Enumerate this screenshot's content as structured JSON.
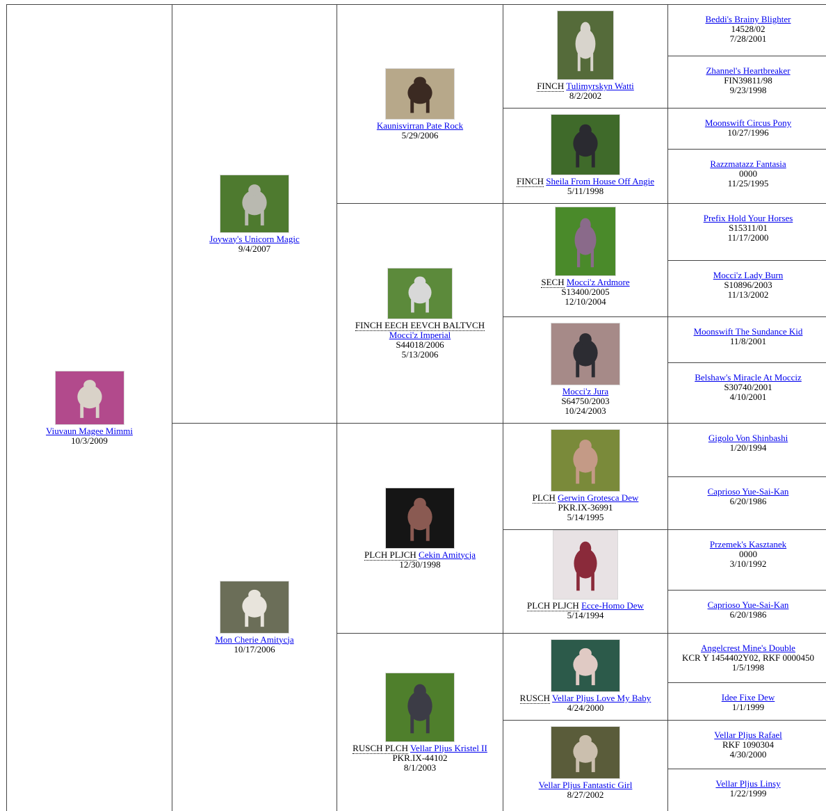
{
  "dogs": [
    {
      "name": "Viuvaun Magee Mimmi",
      "date": "10/3/2009",
      "photo": {
        "bg": "#b24a8c",
        "fg": "#d9d2c8"
      }
    },
    {
      "name": "Joyway's Unicorn Magic",
      "date": "9/4/2007",
      "photo": {
        "bg": "#4e7a2f",
        "fg": "#b9b9b0"
      }
    },
    {
      "name": "Mon Cherie Amitycja",
      "date": "10/17/2006",
      "photo": {
        "bg": "#6b6e58",
        "fg": "#e8e4dc"
      }
    },
    {
      "name": "Kaunisvirran Pate Rock",
      "date": "5/29/2006",
      "photo": {
        "bg": "#b7a88a",
        "fg": "#3b2a22"
      }
    },
    {
      "titles": "FINCH EECH EEVCH BALTVCH",
      "name": "Mocci'z Imperial",
      "reg": "S44018/2006",
      "date": "5/13/2006",
      "photo": {
        "bg": "#5c8a3b",
        "fg": "#d8d8d8"
      }
    },
    {
      "titles": "PLCH PLJCH",
      "name": "Cekin Amitycja",
      "date": "12/30/1998",
      "photo": {
        "bg": "#151515",
        "fg": "#8a5a52"
      }
    },
    {
      "titles": "RUSCH PLCH",
      "name": "Vellar Pljus Kristel II",
      "reg": "PKR.IX-44102",
      "date": "8/1/2003",
      "photo": {
        "bg": "#4f7f2c",
        "fg": "#3c3c46"
      }
    },
    {
      "titles": "FINCH",
      "name": "Tulimyrskyn Watti",
      "date": "8/2/2002",
      "photo": {
        "bg": "#556b3a",
        "fg": "#d8d4cc"
      }
    },
    {
      "titles": "FINCH",
      "name": "Sheila From House Off Angie",
      "date": "5/11/1998",
      "photo": {
        "bg": "#3f6a2a",
        "fg": "#2a2a30"
      }
    },
    {
      "titles": "SECH",
      "name": "Mocci'z Ardmore",
      "reg": "S13400/2005",
      "date": "12/10/2004",
      "photo": {
        "bg": "#4a8a2a",
        "fg": "#8a6a8a"
      }
    },
    {
      "name": "Mocci'z Jura",
      "reg": "S64750/2003",
      "date": "10/24/2003",
      "photo": {
        "bg": "#a68a88",
        "fg": "#2c2c32"
      }
    },
    {
      "titles": "PLCH",
      "name": "Gerwin Grotesca Dew",
      "reg": "PKR.IX-36991",
      "date": "5/14/1995",
      "photo": {
        "bg": "#7a8a3a",
        "fg": "#c49a86"
      }
    },
    {
      "titles": "PLCH PLJCH",
      "name": "Ecce-Homo Dew",
      "date": "5/14/1994",
      "photo": {
        "bg": "#e8e2e4",
        "fg": "#8a2a3a"
      }
    },
    {
      "titles": "RUSCH",
      "name": "Vellar Pljus Love My Baby",
      "date": "4/24/2000",
      "photo": {
        "bg": "#2c5a4a",
        "fg": "#e0cac4"
      }
    },
    {
      "name": "Vellar Pljus Fantastic Girl",
      "date": "8/27/2002",
      "photo": {
        "bg": "#5a5c3a",
        "fg": "#cbbfae"
      }
    },
    {
      "name": "Beddi's Brainy Blighter",
      "reg": "14528/02",
      "date": "7/28/2001"
    },
    {
      "name": "Zhannel's Heartbreaker",
      "reg": "FIN39811/98",
      "date": "9/23/1998"
    },
    {
      "name": "Moonswift Circus Pony",
      "date": "10/27/1996"
    },
    {
      "name": "Razzmatazz Fantasia",
      "reg": "0000",
      "date": "11/25/1995"
    },
    {
      "name": "Prefix Hold Your Horses",
      "reg": "S15311/01",
      "date": "11/17/2000"
    },
    {
      "name": "Mocci'z Lady Burn",
      "reg": "S10896/2003",
      "date": "11/13/2002"
    },
    {
      "name": "Moonswift The Sundance Kid",
      "date": "11/8/2001"
    },
    {
      "name": "Belshaw's Miracle At Mocciz",
      "reg": "S30740/2001",
      "date": "4/10/2001"
    },
    {
      "name": "Gigolo Von Shinbashi",
      "date": "1/20/1994"
    },
    {
      "name": "Caprioso Yue-Sai-Kan",
      "date": "6/20/1986"
    },
    {
      "name": "Przemek's Kasztanek",
      "reg": "0000",
      "date": "3/10/1992"
    },
    {
      "name": "Caprioso Yue-Sai-Kan",
      "date": "6/20/1986"
    },
    {
      "name": "Angelcrest Mine's Double",
      "reg": "KCR Y 1454402Y02, RKF 0000450",
      "date": "1/5/1998"
    },
    {
      "name": "Idee Fixe Dew",
      "date": "1/1/1999"
    },
    {
      "name": "Vellar Pljus Rafael",
      "reg": "RKF 1090304",
      "date": "4/30/2000"
    },
    {
      "name": "Vellar Pljus Linsy",
      "date": "1/22/1999"
    }
  ]
}
